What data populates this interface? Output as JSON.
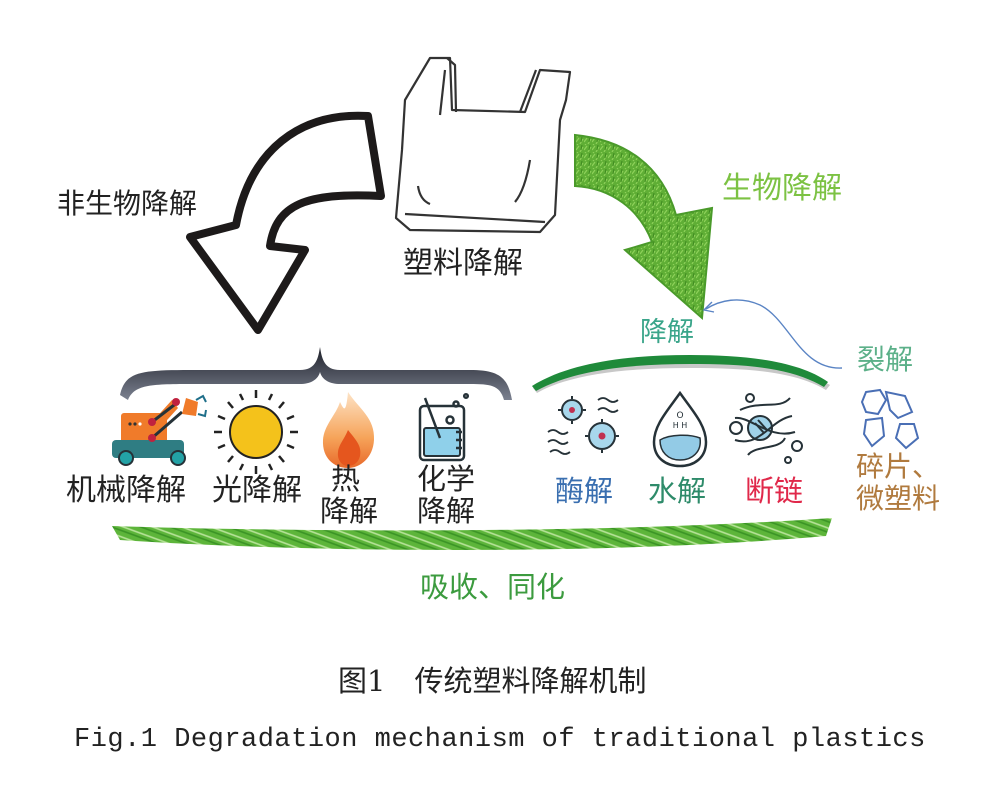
{
  "diagram": {
    "center": {
      "label": "塑料降解",
      "icon": "plastic-bag-icon"
    },
    "abiotic": {
      "label": "非生物降解",
      "arrow_icon": "curved-arrow-outline-icon",
      "methods": [
        {
          "label": "机械降解",
          "icon": "robot-arm-icon"
        },
        {
          "label": "光降解",
          "icon": "sun-icon"
        },
        {
          "label": "热降解",
          "label_lines": [
            "热",
            "降解"
          ],
          "icon": "flame-icon"
        },
        {
          "label": "化学降解",
          "label_lines": [
            "化学",
            "降解"
          ],
          "icon": "beaker-icon"
        }
      ]
    },
    "biotic": {
      "label": "生物降解",
      "arrow_icon": "grass-arrow-icon",
      "sub_label": "降解",
      "methods": [
        {
          "label": "酶解",
          "icon": "enzyme-icon",
          "color": "#3a6fb0"
        },
        {
          "label": "水解",
          "icon": "water-drop-icon",
          "color": "#2e8b6a"
        },
        {
          "label": "断链",
          "icon": "chain-scission-icon",
          "color": "#e0284a"
        }
      ]
    },
    "fragmentation": {
      "label": "裂解",
      "product_lines": [
        "碎片、",
        "微塑料"
      ],
      "icon": "fragments-icon"
    },
    "assimilation": {
      "label": "吸收、同化"
    },
    "colors": {
      "bio_green": "#7cc243",
      "teal": "#3aa58a",
      "assim_green": "#3c9b3f",
      "fragment_text": "#b07a3e",
      "fragment_outline": "#4a6fb5",
      "bracket_dark": "#2c2f3a"
    }
  },
  "caption": {
    "cn": "图1　传统塑料降解机制",
    "en": "Fig.1  Degradation mechanism of traditional plastics"
  }
}
